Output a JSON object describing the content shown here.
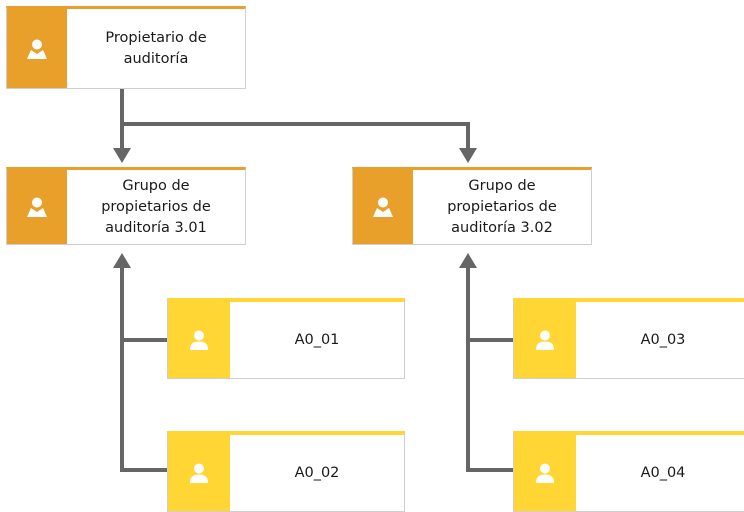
{
  "colors": {
    "owner_accent": "#E8A02A",
    "auditor_accent": "#FFD633",
    "connector": "#666666"
  },
  "nodes": {
    "owner": {
      "label": "Propietario de\nauditoría",
      "icon": "person-icon"
    },
    "group_1": {
      "label": "Grupo de\npropietarios de\nauditoría 3.01",
      "icon": "person-icon"
    },
    "group_2": {
      "label": "Grupo de\npropietarios de\nauditoría 3.02",
      "icon": "person-icon"
    },
    "auditor_1": {
      "label": "A0_01",
      "icon": "person-icon"
    },
    "auditor_2": {
      "label": "A0_02",
      "icon": "person-icon"
    },
    "auditor_3": {
      "label": "A0_03",
      "icon": "person-icon"
    },
    "auditor_4": {
      "label": "A0_04",
      "icon": "person-icon"
    }
  }
}
